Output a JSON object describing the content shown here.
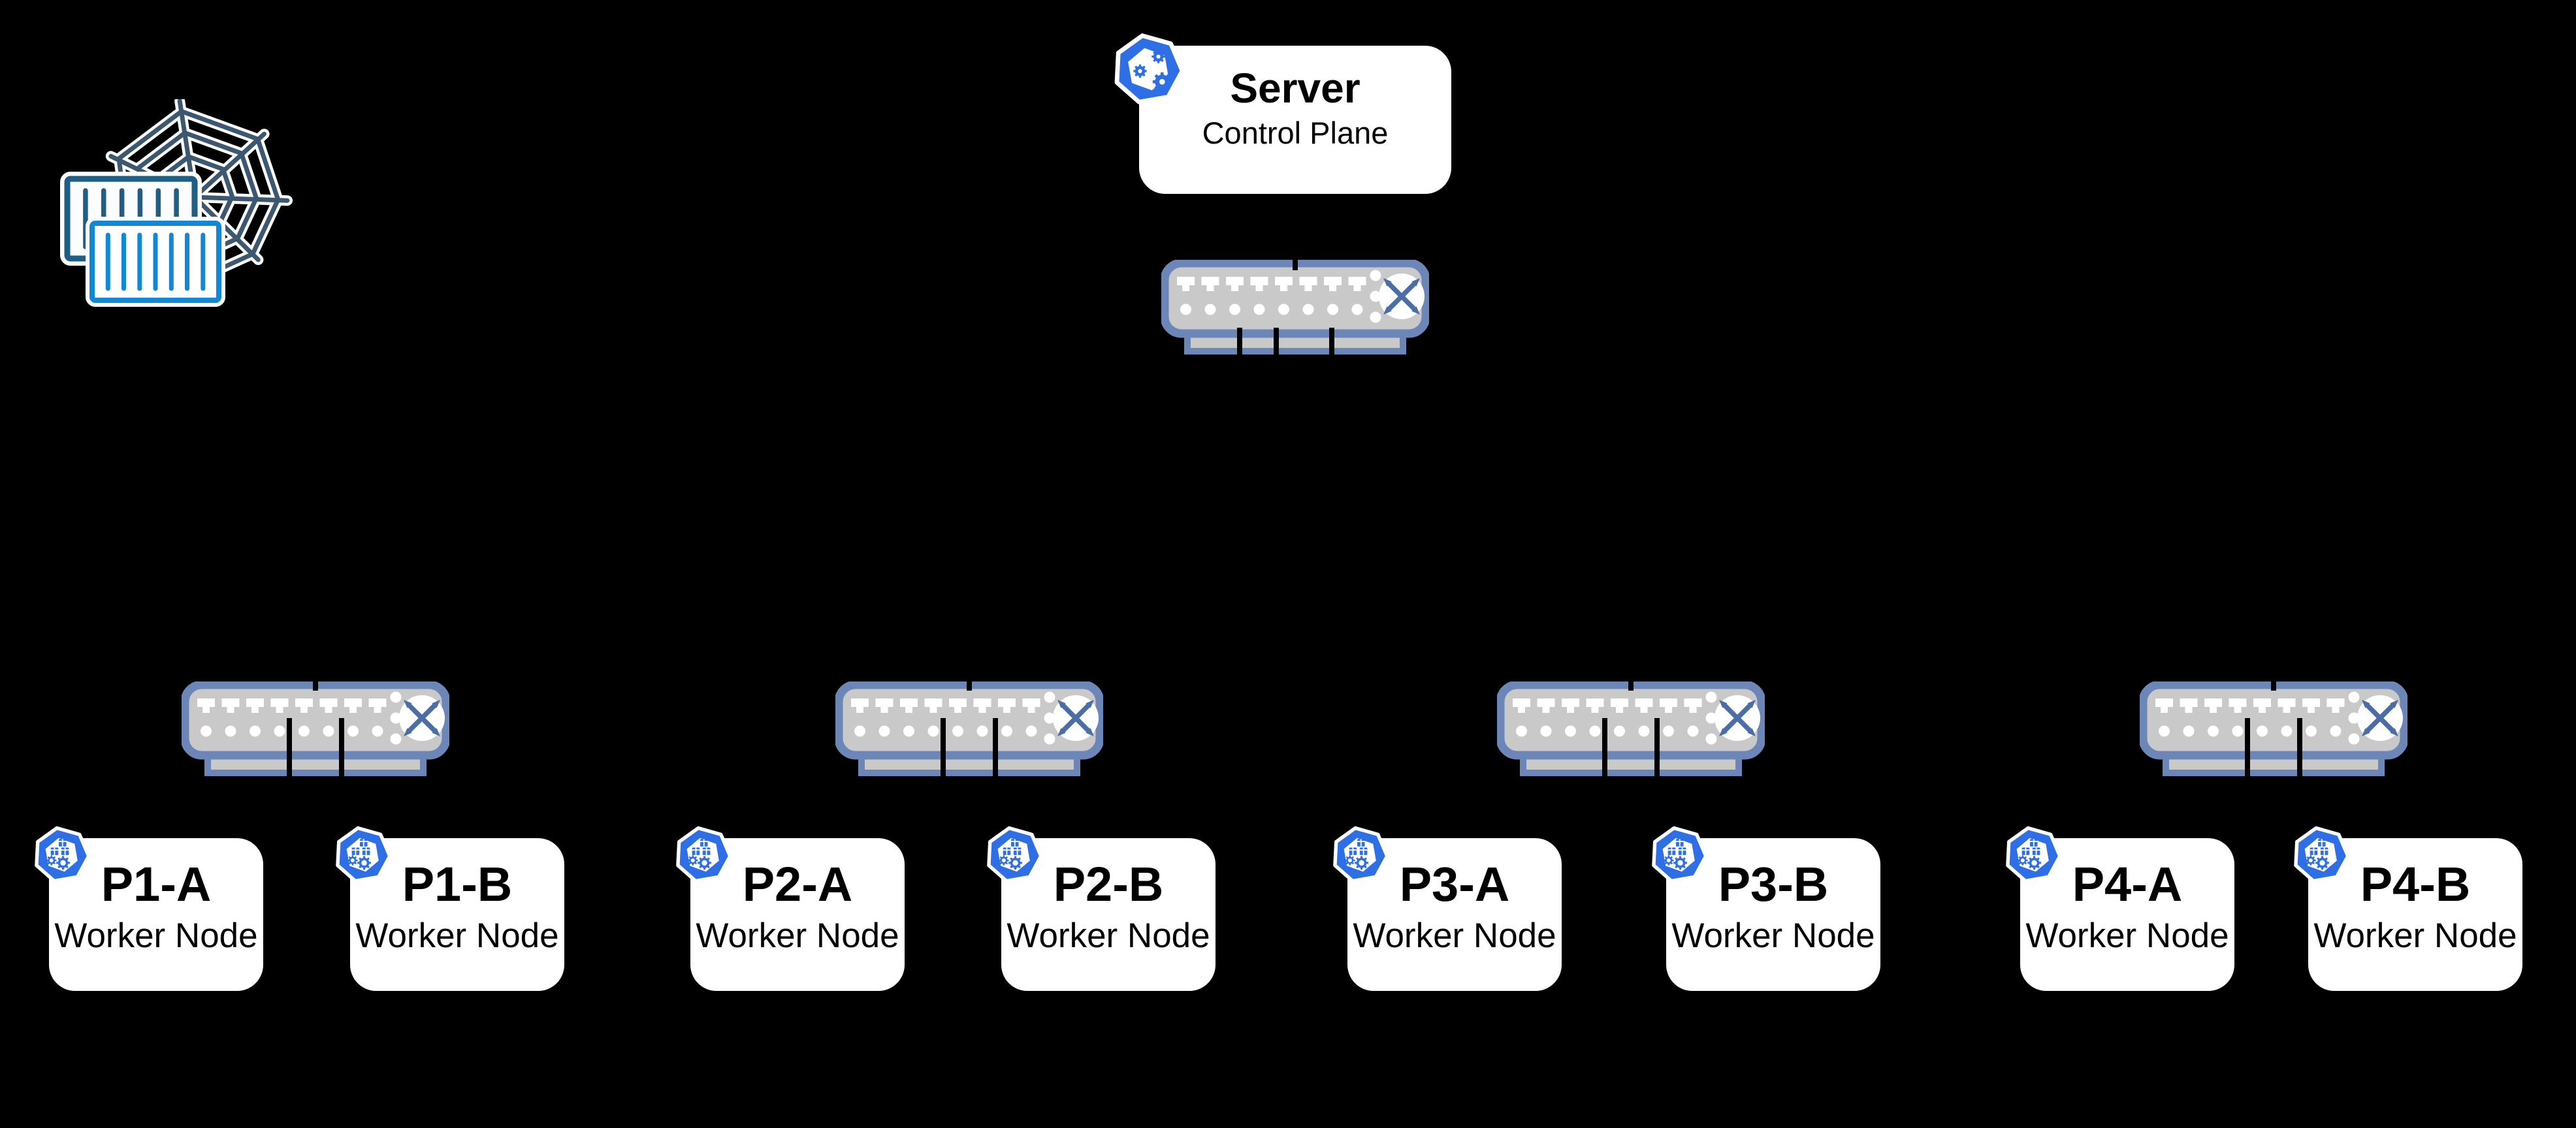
{
  "background": "#000000",
  "logo": {
    "icon": "containers-spiderweb",
    "web_color": "#3C5870",
    "back_container_color": "#215E85",
    "front_container_color": "#1287D3"
  },
  "server": {
    "title": "Server",
    "subtitle": "Control Plane",
    "icon": "kubernetes-control-plane-badge"
  },
  "switches": [
    {
      "id": "core-switch"
    },
    {
      "id": "rack-switch-1"
    },
    {
      "id": "rack-switch-2"
    },
    {
      "id": "rack-switch-3"
    },
    {
      "id": "rack-switch-4"
    }
  ],
  "nodes": [
    {
      "title": "P1-A",
      "subtitle": "Worker Node"
    },
    {
      "title": "P1-B",
      "subtitle": "Worker Node"
    },
    {
      "title": "P2-A",
      "subtitle": "Worker Node"
    },
    {
      "title": "P2-B",
      "subtitle": "Worker Node"
    },
    {
      "title": "P3-A",
      "subtitle": "Worker Node"
    },
    {
      "title": "P3-B",
      "subtitle": "Worker Node"
    },
    {
      "title": "P4-A",
      "subtitle": "Worker Node"
    },
    {
      "title": "P4-B",
      "subtitle": "Worker Node"
    }
  ],
  "colors": {
    "kubernetes_blue": "#2E6FE5",
    "switch_border": "#6C86B8",
    "switch_body": "#C9C9CA",
    "switch_arrows": "#4C6EA6",
    "node_fill": "#FFFFFF",
    "text": "#000000",
    "connector": "#000000"
  }
}
